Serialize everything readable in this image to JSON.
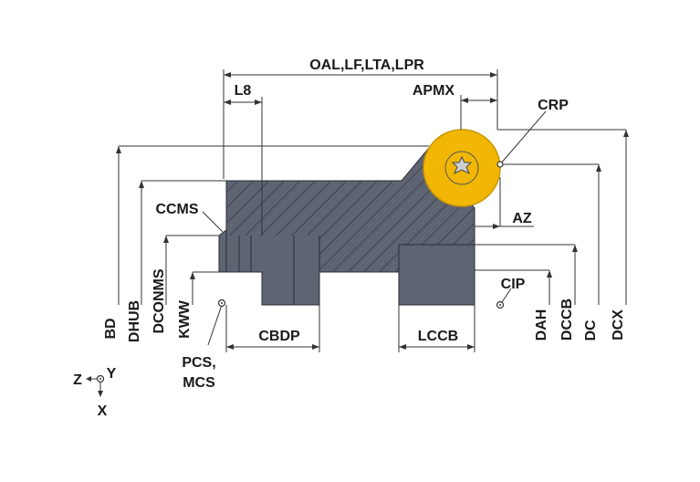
{
  "labels": {
    "oal": "OAL,LF,LTA,LPR",
    "l8": "L8",
    "apmx": "APMX",
    "crp": "CRP",
    "ccms": "CCMS",
    "az": "AZ",
    "cip": "CIP",
    "bd": "BD",
    "dhub": "DHUB",
    "dconms": "DCONMS",
    "kww": "KWW",
    "cbdp": "CBDP",
    "lccb": "LCCB",
    "dah": "DAH",
    "dccb": "DCCB",
    "dc": "DC",
    "dcx": "DCX",
    "pcs": "PCS,",
    "mcs": "MCS",
    "axis_z": "Z",
    "axis_y": "Y",
    "axis_x": "X"
  },
  "colors": {
    "body": "#5f6473",
    "body_dark": "#4a4e5a",
    "insert": "#f2b705",
    "insert_ring": "#d89c00",
    "line": "#333333"
  }
}
